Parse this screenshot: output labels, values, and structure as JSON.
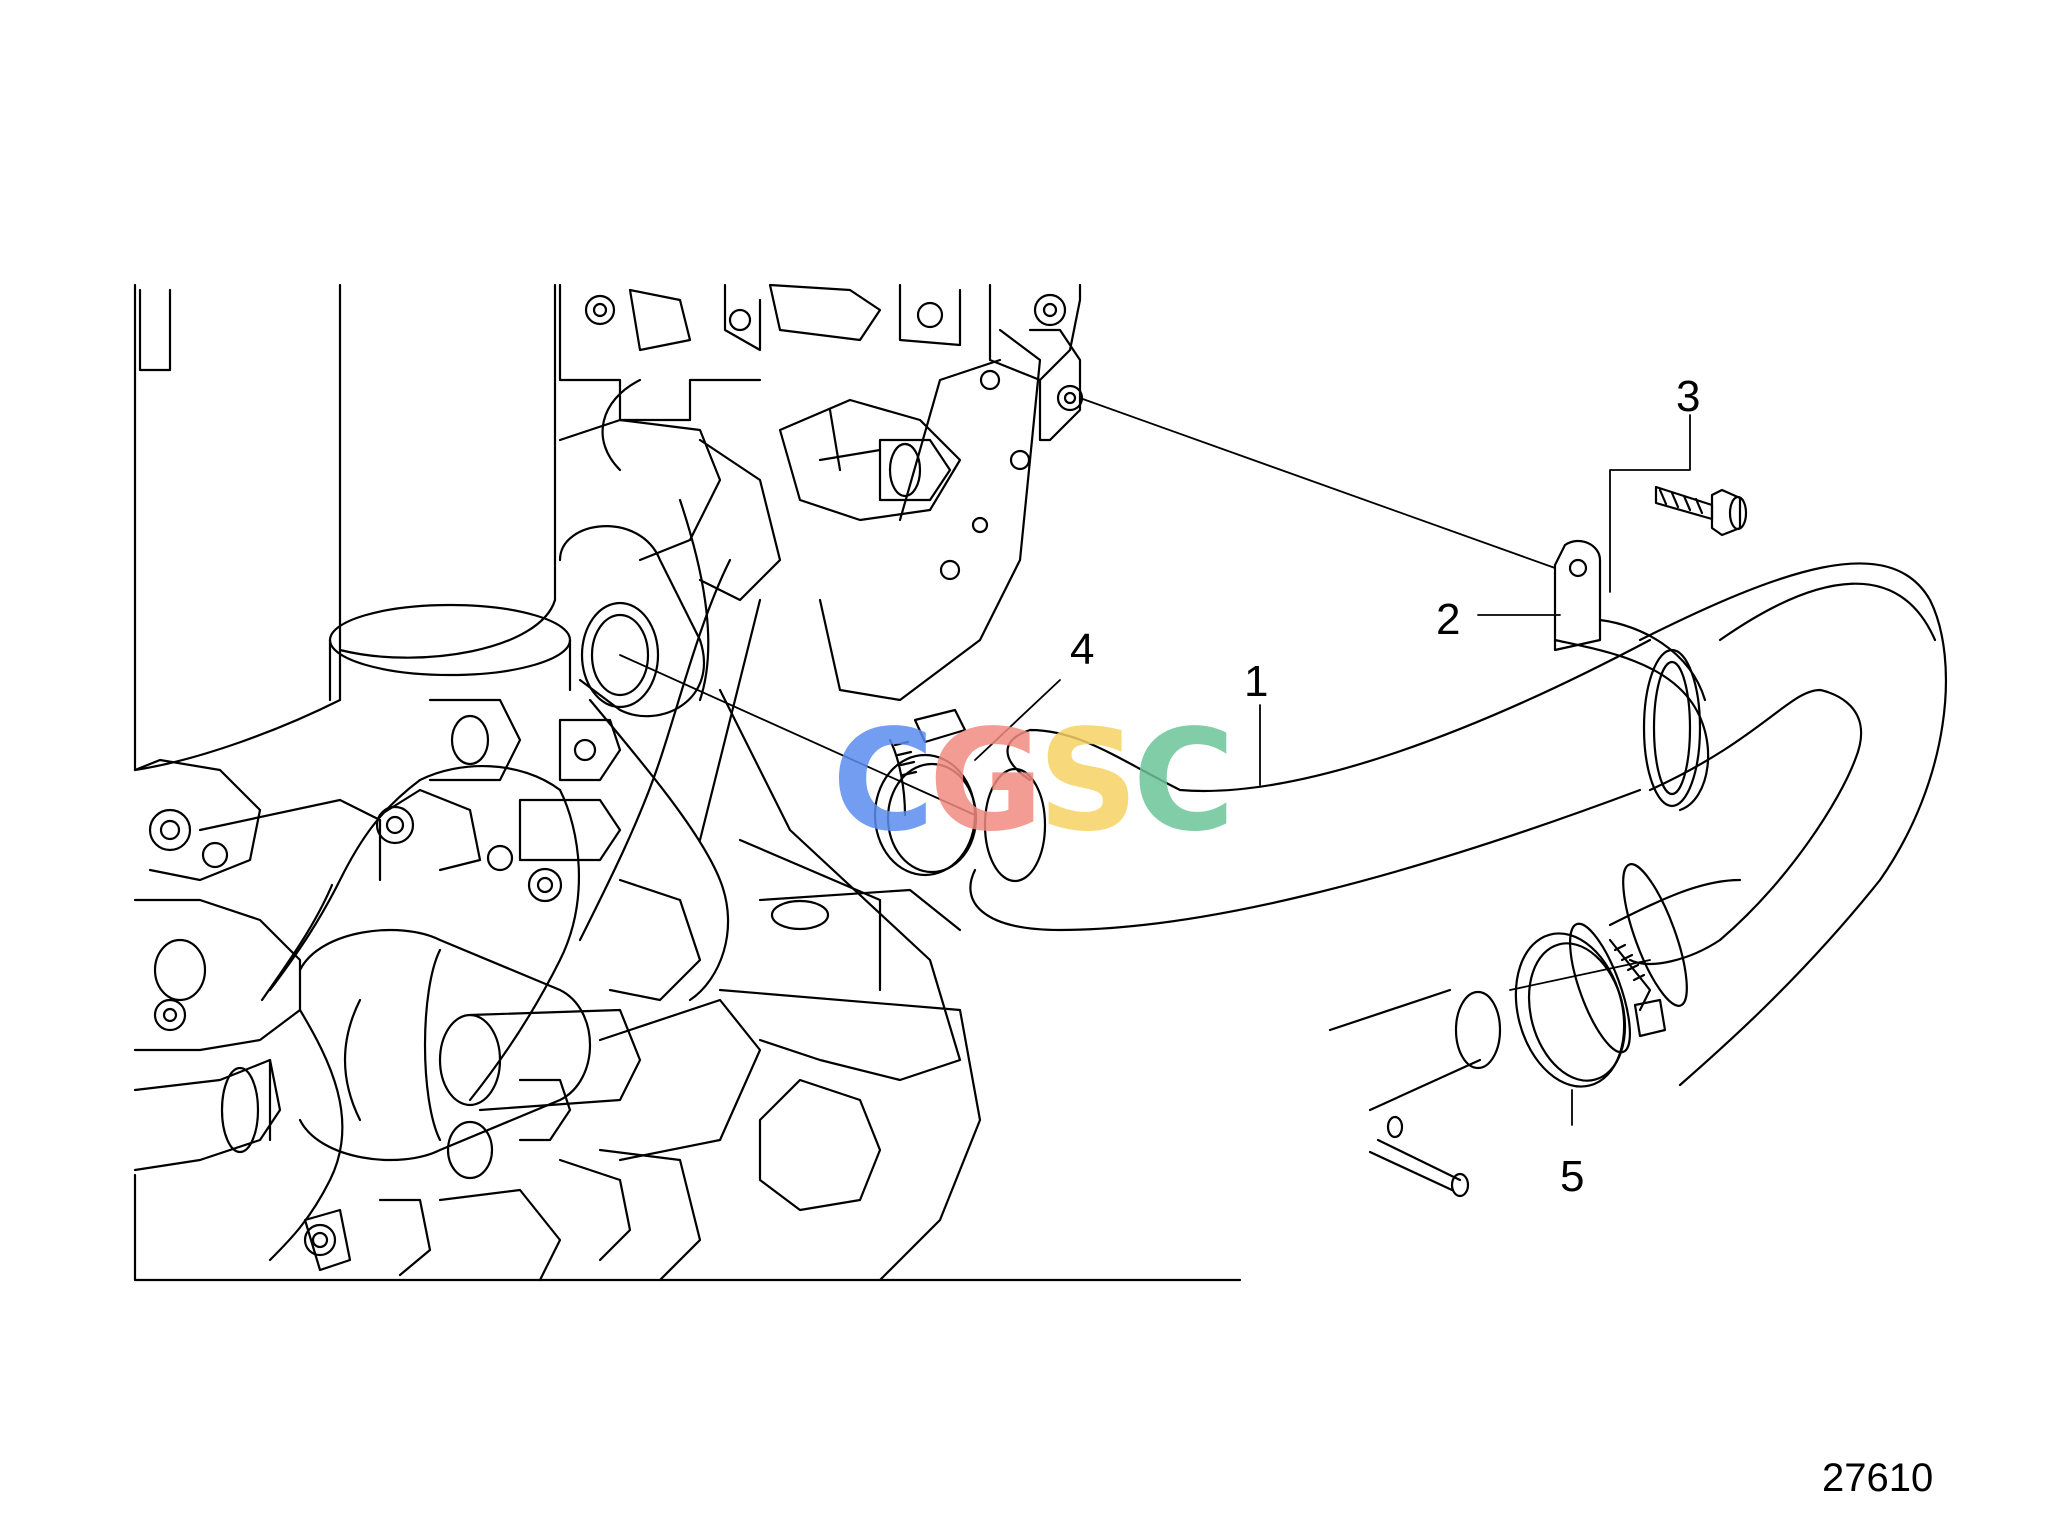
{
  "callouts": [
    {
      "id": "1",
      "label": "1"
    },
    {
      "id": "2",
      "label": "2"
    },
    {
      "id": "3",
      "label": "3"
    },
    {
      "id": "4",
      "label": "4"
    },
    {
      "id": "5",
      "label": "5"
    }
  ],
  "drawing_number": "27610",
  "watermark": {
    "letters": [
      "C",
      "G",
      "S",
      "C"
    ],
    "colors": [
      "#5b8def",
      "#f28b82",
      "#f6d365",
      "#6cc59a"
    ]
  }
}
